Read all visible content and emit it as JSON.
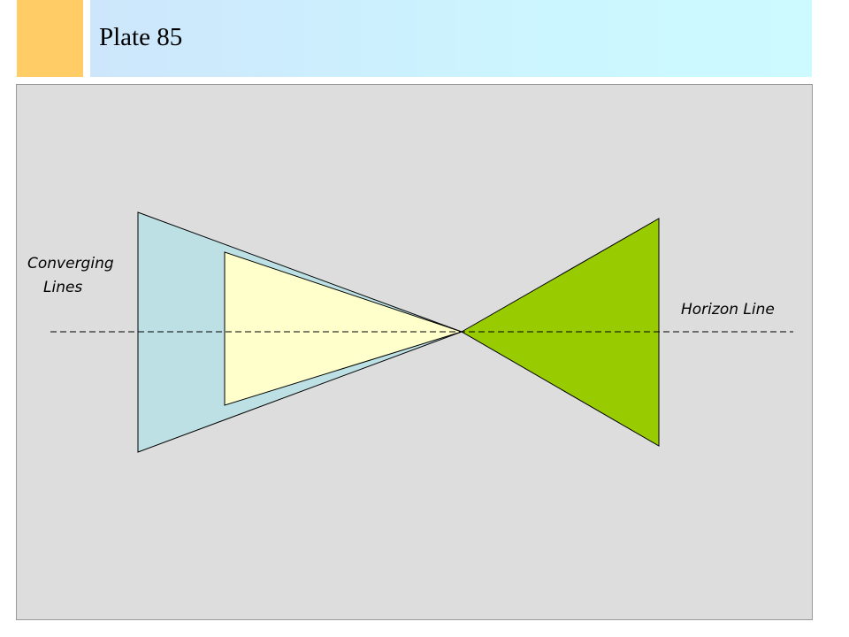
{
  "slide": {
    "title": "Plate 85"
  },
  "labels": {
    "converging_line1": "Converging",
    "converging_line2": "Lines",
    "horizon": "Horizon Line"
  },
  "colors": {
    "accent": "#ffcc66",
    "panel_background": "#dddddd",
    "blue_triangle": "#bde0e4",
    "yellow_triangle": "#ffffcc",
    "green_triangle": "#99cc00"
  }
}
